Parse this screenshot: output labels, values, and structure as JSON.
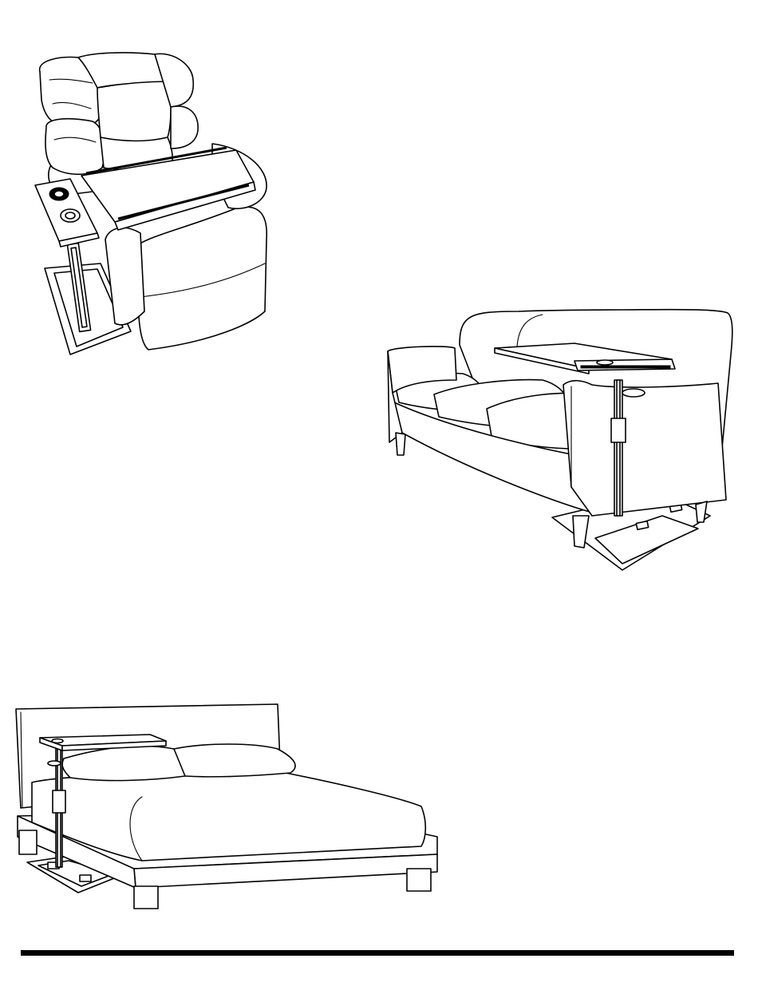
{
  "illustrations": [
    {
      "name": "recliner-with-tray-table",
      "icon": "recliner-tray-table-icon"
    },
    {
      "name": "sofa-with-tray-table",
      "icon": "sofa-tray-table-icon"
    },
    {
      "name": "bed-with-tray-table",
      "icon": "bed-tray-table-icon"
    }
  ],
  "colors": {
    "line": "#000000",
    "background": "#ffffff"
  }
}
